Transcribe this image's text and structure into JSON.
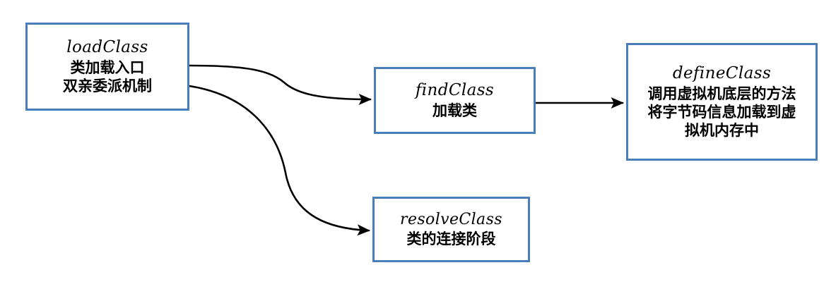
{
  "diagram": {
    "type": "flowchart",
    "title": "",
    "background_color": "#ffffff",
    "node_border_color": "#4a7ebb",
    "edge_color": "#000000",
    "nodes": [
      {
        "id": "loadClass",
        "title": "loadClass",
        "lines": [
          "类加载入口",
          "双亲委派机制"
        ]
      },
      {
        "id": "findClass",
        "title": "findClass",
        "lines": [
          "加载类"
        ]
      },
      {
        "id": "defineClass",
        "title": "defineClass",
        "lines": [
          "调用虚拟机底层的方法",
          "将字节码信息加载到虚",
          "拟机内存中"
        ]
      },
      {
        "id": "resolveClass",
        "title": "resolveClass",
        "lines": [
          "类的连接阶段"
        ]
      }
    ],
    "edges": [
      {
        "id": "edge-loadclass-findclass",
        "from": "loadClass",
        "to": "findClass",
        "label": "",
        "style": "curved-arrow"
      },
      {
        "id": "edge-loadclass-resolveclass",
        "from": "loadClass",
        "to": "resolveClass",
        "label": "",
        "style": "curved-arrow"
      },
      {
        "id": "edge-findclass-defineclass",
        "from": "findClass",
        "to": "defineClass",
        "label": "",
        "style": "straight-arrow"
      }
    ]
  }
}
